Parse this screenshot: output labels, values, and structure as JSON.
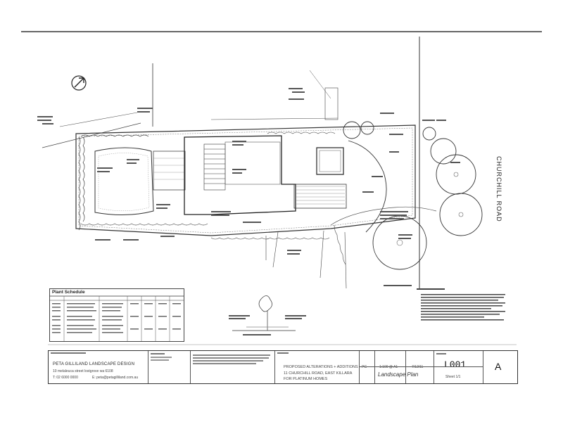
{
  "plan": {
    "road_label": "CHURCHILL ROAD"
  },
  "schedule": {
    "title": "Plant Schedule"
  },
  "title_block": {
    "firm_name": "PETA GILLILAND LANDSCAPE DESIGN",
    "firm_address": "10 melaleuca street  lostgrove  wa  6108",
    "firm_phone": "T: 02 6000 0000",
    "firm_email": "E: peta@petagilliland.com.au",
    "project_line1": "PROPOSED ALTERATIONS + ADDITIONS",
    "project_line2": "11 CHURCHILL ROAD, EAST KILLARA",
    "project_line3": "FOR PLATINUM HOMES",
    "drawn": "PG",
    "scale": "1:100 @ A1",
    "date": "7/12/11",
    "drawing_title": "Landscape Plan",
    "drawing_number": "L001",
    "sheet": "Sheet 1/1",
    "revision": "A"
  },
  "colors": {
    "line": "#2a2a2a",
    "paper": "#ffffff"
  }
}
